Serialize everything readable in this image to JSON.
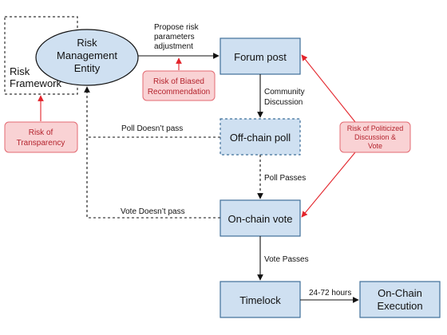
{
  "risk_framework": {
    "line1": "Risk",
    "line2": "Framework"
  },
  "risk_entity": {
    "line1": "Risk",
    "line2": "Management",
    "line3": "Entity"
  },
  "propose_label": {
    "line1": "Propose risk",
    "line2": "parameters",
    "line3": "adjustment"
  },
  "forum_post": "Forum post",
  "community_label": {
    "line1": "Community",
    "line2": "Discussion"
  },
  "offchain_poll": "Off-chain poll",
  "poll_fail_label": "Poll Doesn’t pass",
  "poll_pass_label": "Poll Passes",
  "onchain_vote": "On-chain vote",
  "vote_fail_label": "Vote Doesn’t pass",
  "vote_pass_label": "Vote Passes",
  "timelock": "Timelock",
  "hours_label": "24-72 hours",
  "execution": {
    "line1": "On-Chain",
    "line2": "Execution"
  },
  "risk_transparency": {
    "line1": "Risk of",
    "line2": "Transparency"
  },
  "risk_biased": {
    "line1": "Risk of Biased",
    "line2": "Recommendation"
  },
  "risk_politicized": {
    "line1": "Risk of Politicized",
    "line2": "Discussion &",
    "line3": "Vote"
  },
  "colors": {
    "node_fill": "#cfe0f1",
    "node_stroke": "#3f6f9a",
    "risk_fill": "#f9d2d4",
    "risk_stroke": "#e36a72",
    "risk_text": "#b4232d",
    "risk_arrow": "#e3242b",
    "edge": "#111111"
  }
}
